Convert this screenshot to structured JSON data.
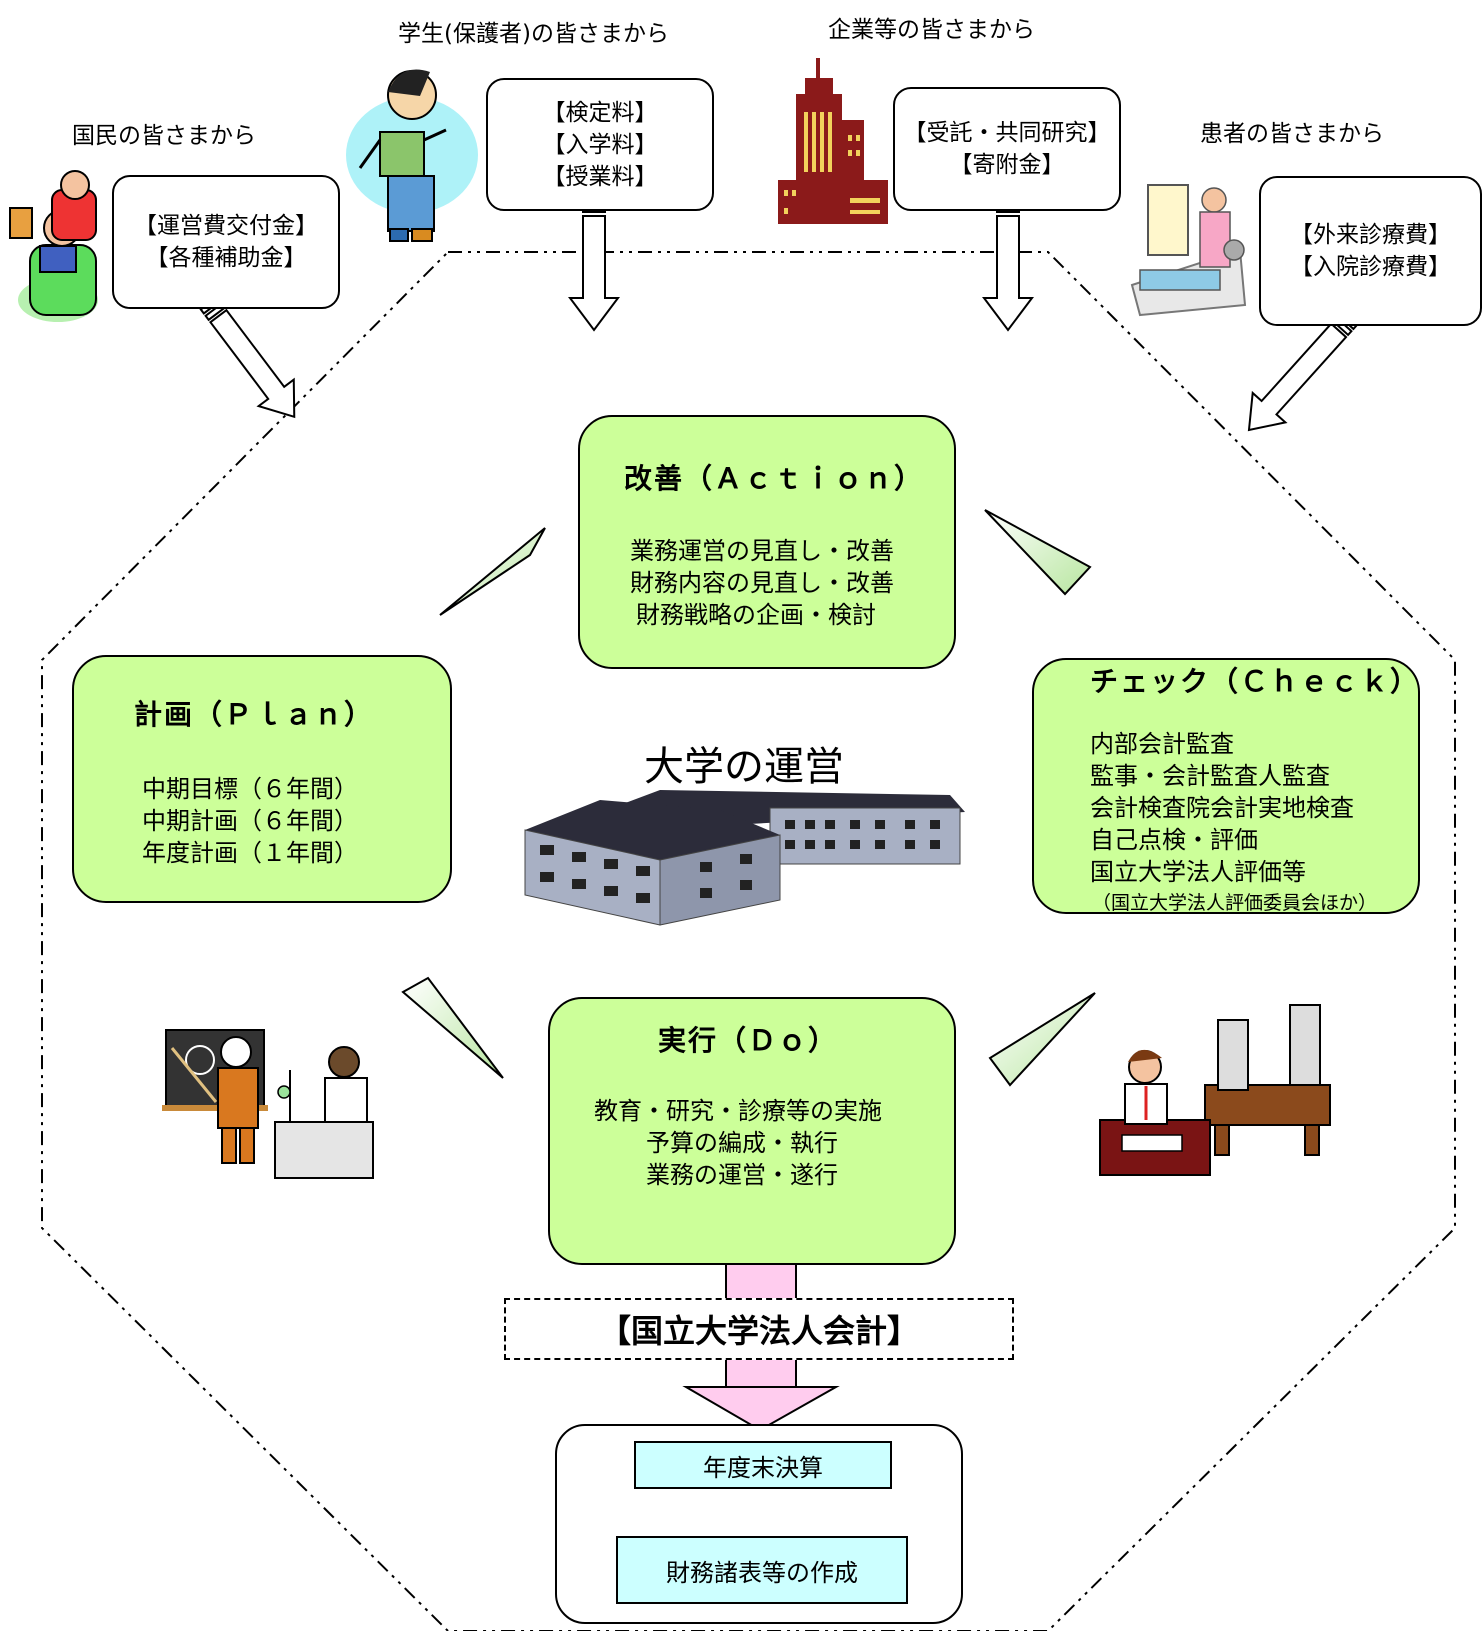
{
  "sources": {
    "citizens": {
      "caption": "国民の皆さまから",
      "items": [
        "【運営費交付金】",
        "【各種補助金】"
      ]
    },
    "students": {
      "caption": "学生(保護者)の皆さまから",
      "items": [
        "【検定料】",
        "【入学料】",
        "【授業料】"
      ]
    },
    "companies": {
      "caption": "企業等の皆さまから",
      "items": [
        "【受託・共同研究】",
        "【寄附金】"
      ]
    },
    "patients": {
      "caption": "患者の皆さまから",
      "items": [
        "【外来診療費】",
        "【入院診療費】"
      ]
    }
  },
  "center_title": "大学の運営",
  "phases": {
    "action": {
      "title": "改善（Ａｃｔｉｏｎ）",
      "lines": [
        "業務運営の見直し・改善",
        "財務内容の見直し・改善",
        "財務戦略の企画・検討"
      ]
    },
    "plan": {
      "title": "計画（Ｐｌａｎ）",
      "lines": [
        "中期目標（６年間）",
        "中期計画（６年間）",
        "年度計画（１年間）"
      ]
    },
    "check": {
      "title": "チェック（Ｃｈｅｃｋ）",
      "lines": [
        "内部会計監査",
        "監事・会計監査人監査",
        "会計検査院会計実地検査",
        "自己点検・評価",
        "国立大学法人評価等"
      ],
      "note": "（国立大学法人評価委員会ほか）"
    },
    "do": {
      "title": "実行（Ｄｏ）",
      "lines": [
        "教育・研究・診療等の実施",
        "予算の編成・執行",
        "業務の運営・遂行"
      ]
    }
  },
  "accounting": {
    "label": "【国立大学法人会計】",
    "steps": [
      "年度末決算",
      "財務諸表等の作成"
    ]
  },
  "colors": {
    "phase_fill": "#ccff99",
    "accounting_arrow": "#ffccee",
    "step_fill": "#ccffff"
  }
}
